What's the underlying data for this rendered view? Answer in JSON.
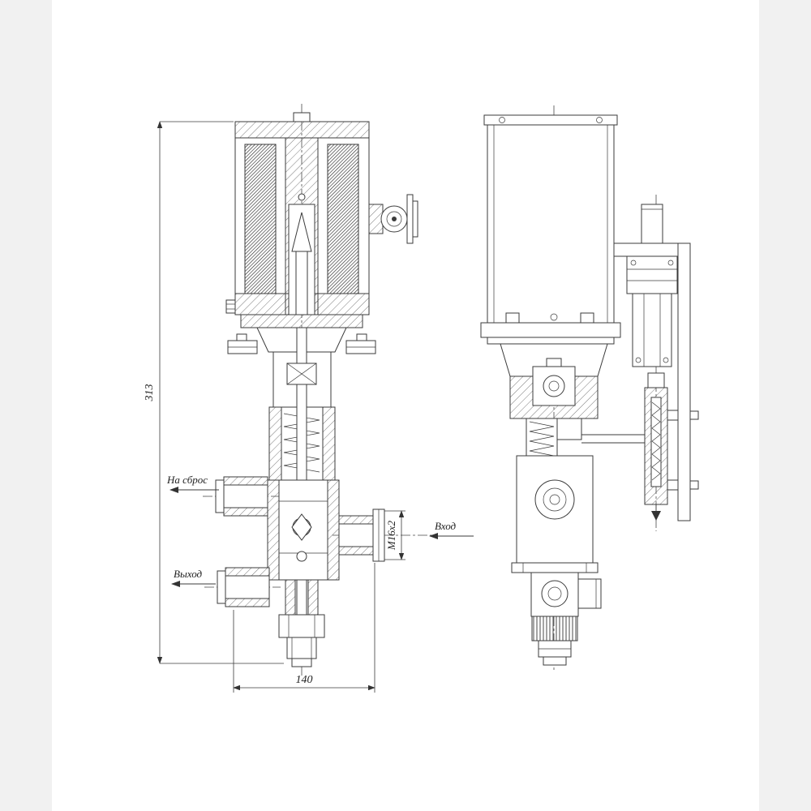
{
  "canvas": {
    "background": "#ffffff",
    "margin_strip_color": "#f1f1f1",
    "line_color": "#3b3b3b"
  },
  "drawing": {
    "type": "technical-drawing",
    "views": [
      "front-section",
      "side"
    ],
    "dimensions": {
      "overall_height": "313",
      "overall_width": "140",
      "inlet_thread": "М16х2"
    },
    "flow_labels": {
      "discharge": "На сброс",
      "outlet": "Выход",
      "inlet": "Вход"
    }
  }
}
